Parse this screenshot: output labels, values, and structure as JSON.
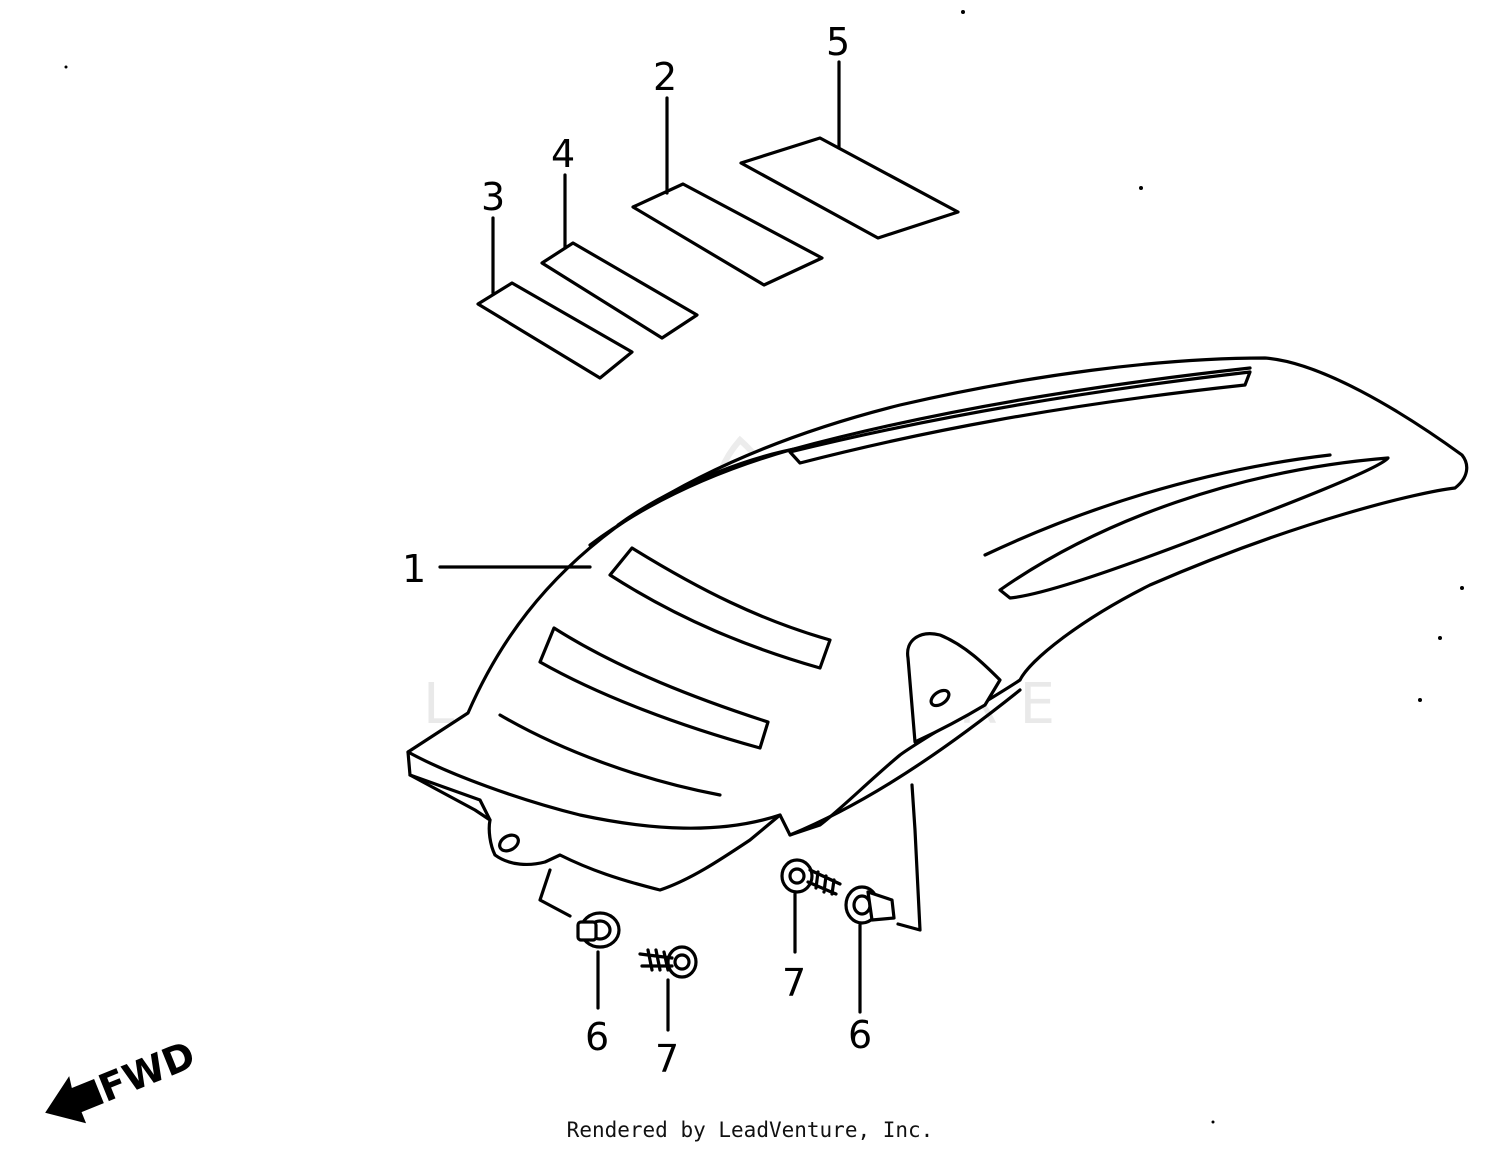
{
  "watermark": {
    "text": "LEADVENTURE"
  },
  "callouts": {
    "c1": "1",
    "c2": "2",
    "c3": "3",
    "c4": "4",
    "c5": "5",
    "c6a": "6",
    "c6b": "6",
    "c7a": "7",
    "c7b": "7"
  },
  "fwd": {
    "label": "FWD"
  },
  "footer": {
    "credit": "Rendered by LeadVenture, Inc."
  }
}
